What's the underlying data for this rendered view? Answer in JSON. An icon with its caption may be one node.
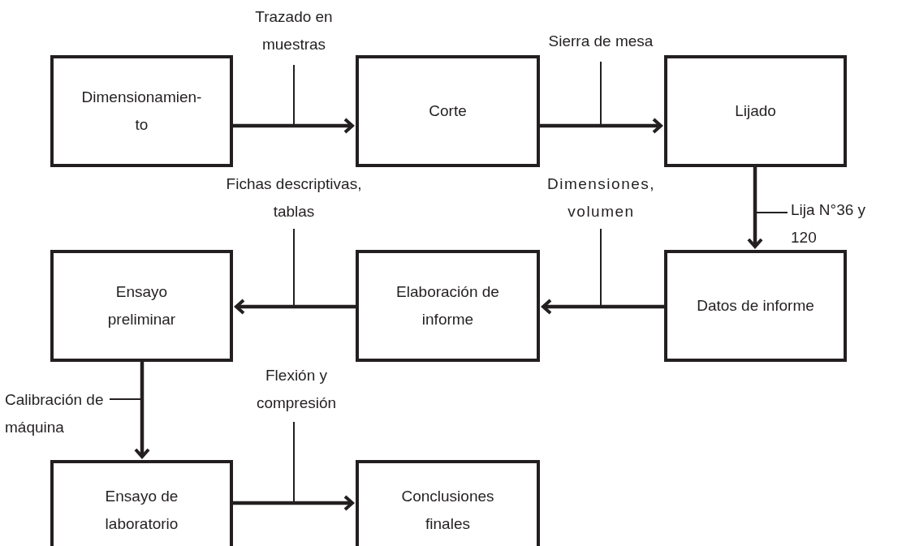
{
  "diagram": {
    "nodes": [
      {
        "text": [
          "Dimensionamien- to"
        ]
      },
      {
        "text": [
          "Corte"
        ]
      },
      {
        "text": [
          "Lijado"
        ]
      },
      {
        "text": [
          "Datos de informe"
        ]
      },
      {
        "text": [
          "Elaboración de informe"
        ]
      },
      {
        "text": [
          "Ensayo preliminar"
        ]
      },
      {
        "text": [
          "Ensayo de laboratorio"
        ]
      },
      {
        "text": [
          "Conclusiones finales"
        ]
      }
    ],
    "edges": [
      {
        "from": 0,
        "to": 1,
        "arrow": "to",
        "label": "Trazado en muestras"
      },
      {
        "from": 1,
        "to": 2,
        "arrow": "to",
        "label": "Sierra de mesa"
      },
      {
        "from": 2,
        "to": 3,
        "arrow": "to",
        "label": "Lija N°36 y 120"
      },
      {
        "from": 3,
        "to": 4,
        "arrow": "to",
        "label": "Dimensiones, volumen"
      },
      {
        "from": 4,
        "to": 5,
        "arrow": "to",
        "label": "Fichas descriptivas, tablas"
      },
      {
        "from": 5,
        "to": 6,
        "arrow": "to",
        "label": "Calibración de máquina"
      },
      {
        "from": 6,
        "to": 7,
        "arrow": "to",
        "label": "Flexión y compresión"
      }
    ]
  }
}
